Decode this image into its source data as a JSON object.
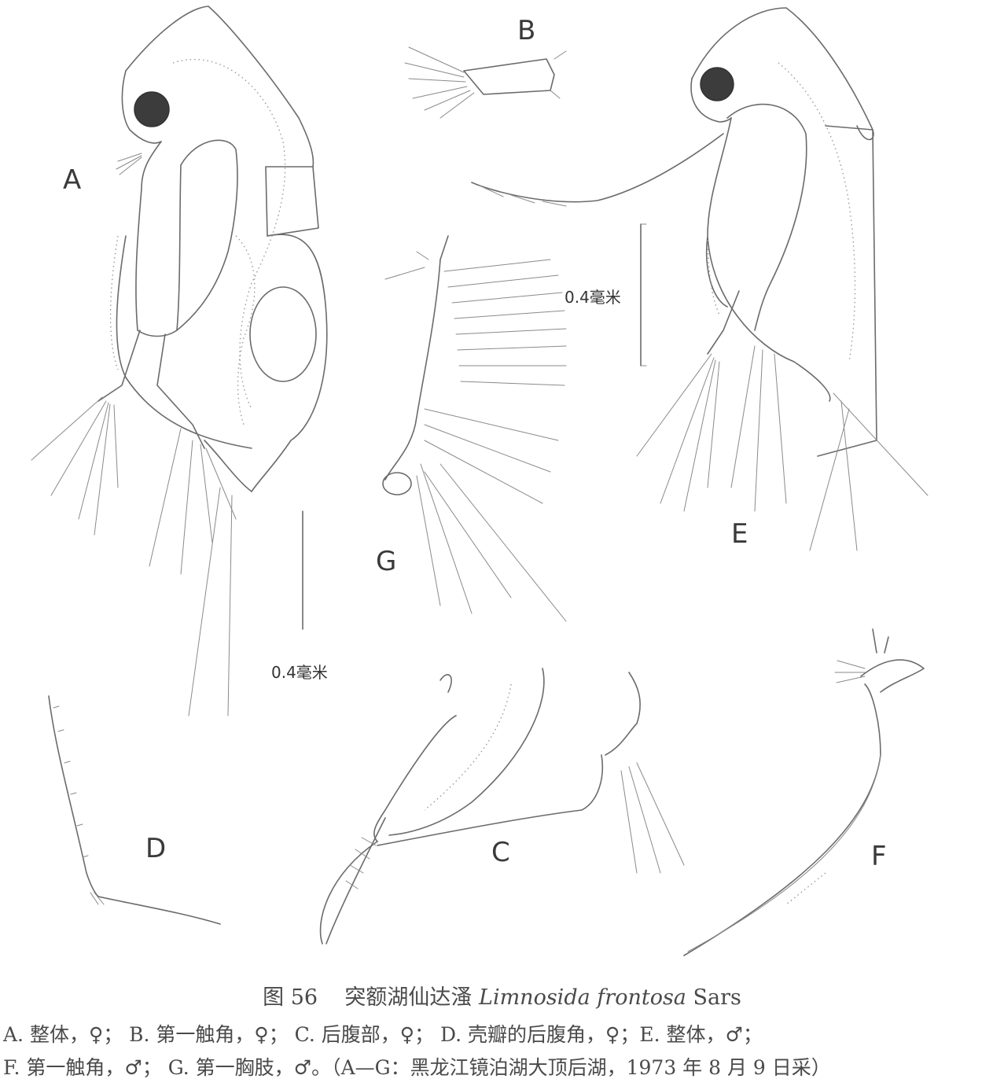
{
  "figure": {
    "panel_labels": {
      "A": "A",
      "B": "B",
      "C": "C",
      "D": "D",
      "E": "E",
      "F": "F",
      "G": "G"
    },
    "scale_bars": {
      "left": "0.4毫米",
      "right": "0.4毫米"
    }
  },
  "caption": {
    "fig_number": "图 56",
    "name_cn": "突额湖仙达溞",
    "genus": "Limnosida",
    "species": "frontosa",
    "author": "Sars",
    "line1": "A. 整体，♀；   B. 第一触角，♀；   C. 后腹部，♀；   D. 壳瓣的后腹角，♀；E. 整体，♂；",
    "line2": "F. 第一触角，♂；  G. 第一胸肢，♂。（A—G：黑龙江镜泊湖大顶后湖，1973 年 8 月 9 日采）"
  }
}
